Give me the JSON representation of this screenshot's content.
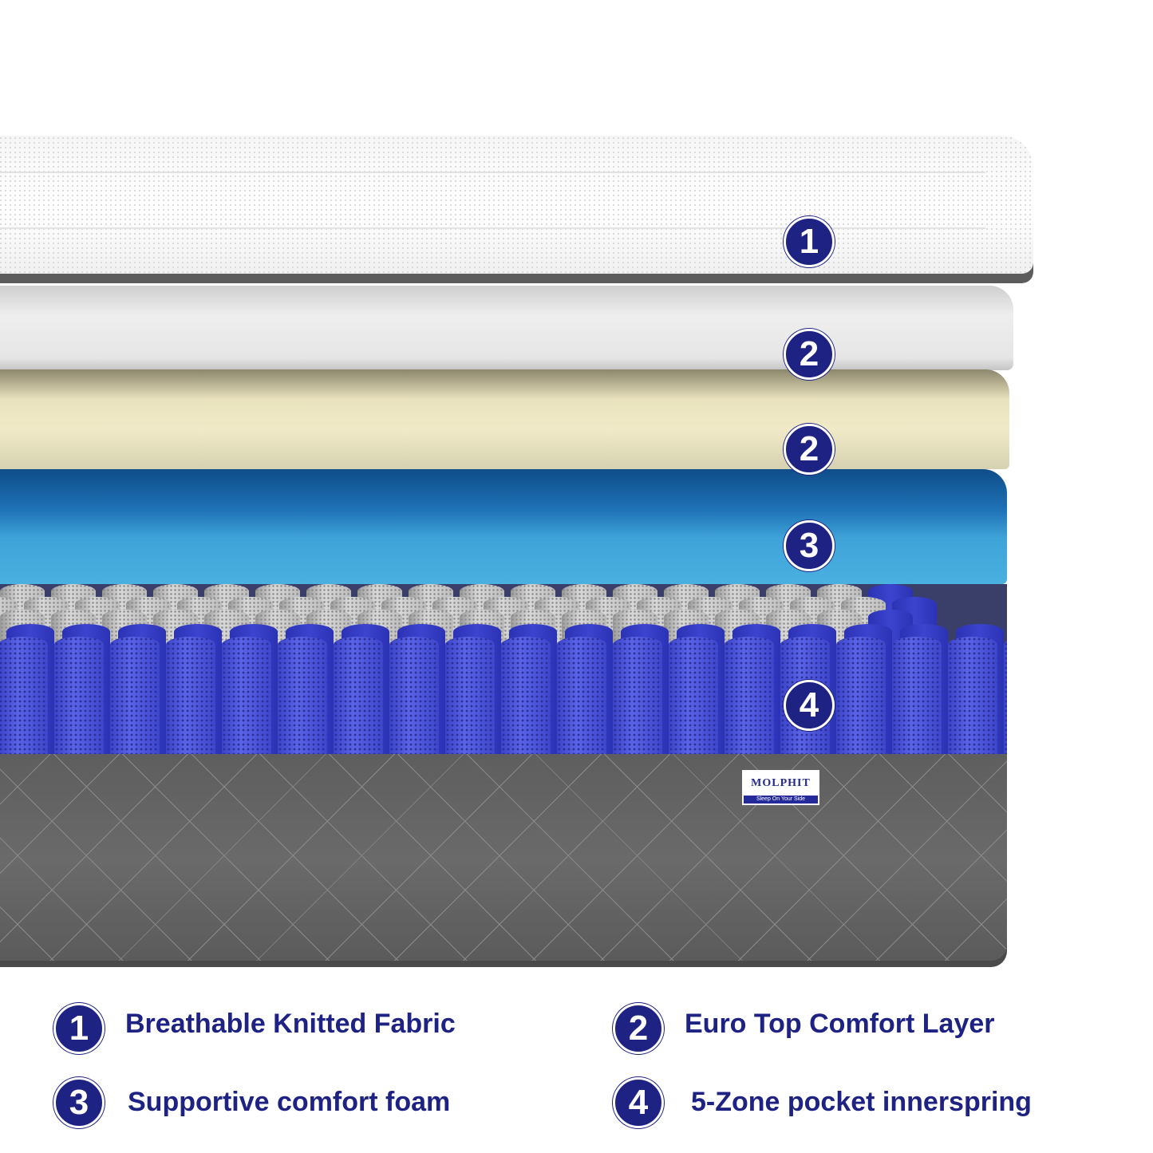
{
  "layers": {
    "fabric_badge": "1",
    "euro_top_badge_a": "2",
    "euro_top_badge_b": "2",
    "foam_badge": "3",
    "spring_badge": "4"
  },
  "brand_label": {
    "name": "MOLPHIT",
    "tagline": "Sleep On Your Side"
  },
  "legend": [
    {
      "number": "1",
      "text": "Breathable Knitted Fabric"
    },
    {
      "number": "2",
      "text": "Euro Top Comfort Layer"
    },
    {
      "number": "3",
      "text": "Supportive comfort foam"
    },
    {
      "number": "4",
      "text": "5-Zone pocket innerspring"
    }
  ],
  "colors": {
    "accent": "#1e2283",
    "foam_blue": "#3ea3d8",
    "coil_blue": "#4a52d8",
    "base_gray": "#636363"
  }
}
